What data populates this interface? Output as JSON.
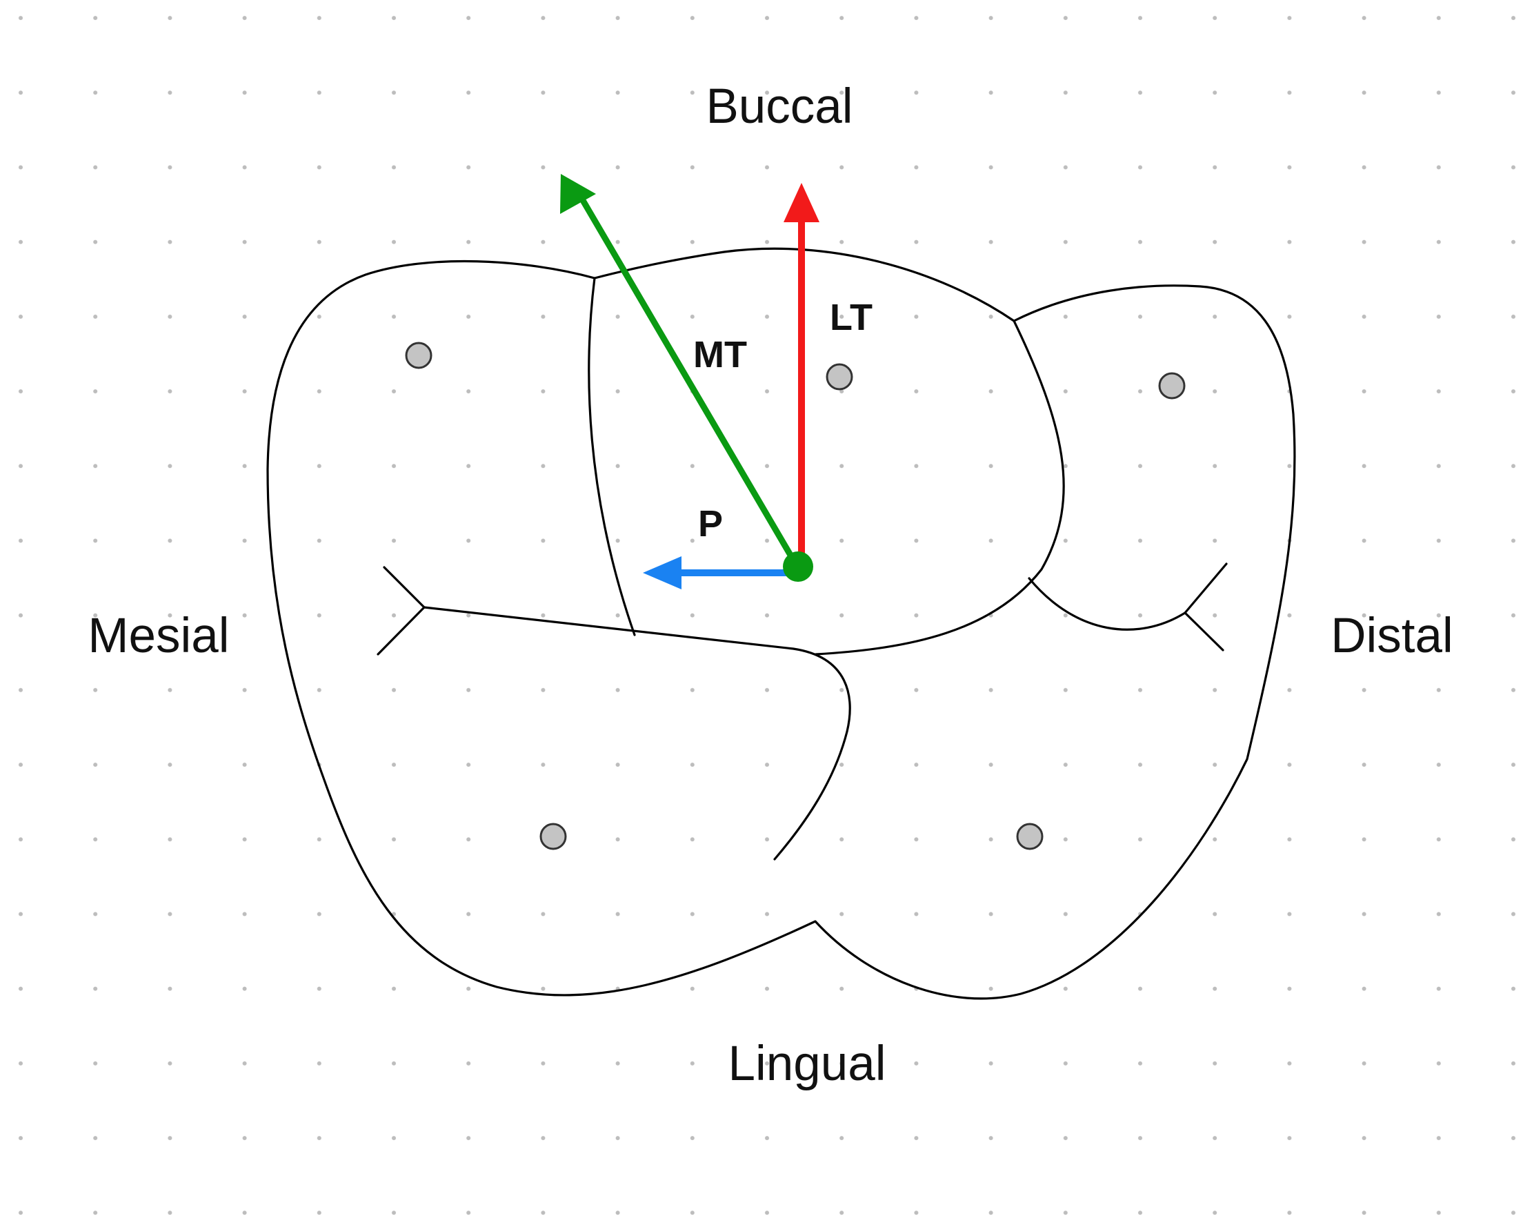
{
  "labels": {
    "buccal": "Buccal",
    "mesial": "Mesial",
    "distal": "Distal",
    "lingual": "Lingual"
  },
  "vectors": {
    "mt": {
      "label": "MT",
      "color": "#0a9a12"
    },
    "lt": {
      "label": "LT",
      "color": "#f21a1a"
    },
    "p": {
      "label": "P",
      "color": "#1a82f2"
    }
  },
  "colors": {
    "outline": "#000000",
    "cusp_fill": "#c4c4c4",
    "grid_dot": "#bdbdbd",
    "background": "#ffffff"
  }
}
